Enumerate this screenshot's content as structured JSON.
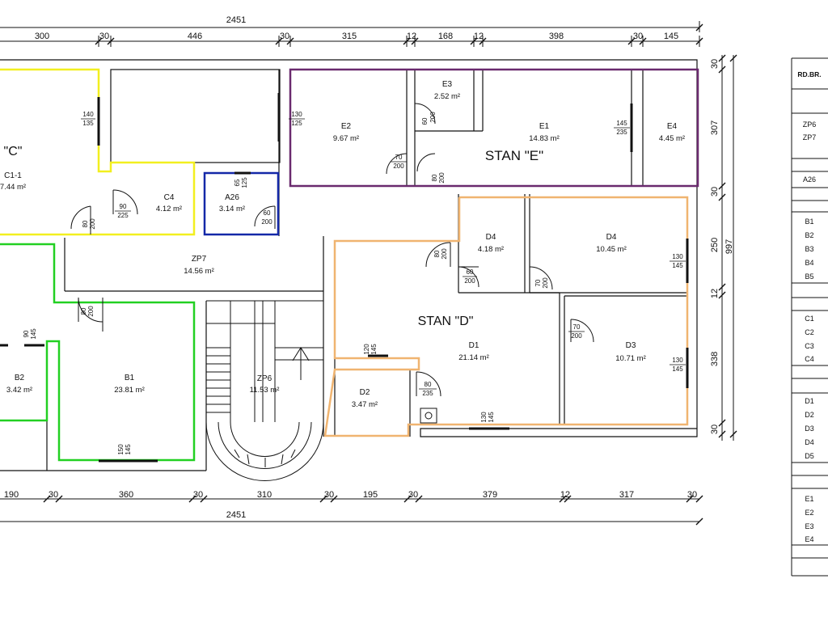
{
  "dimensions": {
    "top_total": "2451",
    "top": [
      {
        "id": "t1",
        "v": "300"
      },
      {
        "id": "t2",
        "v": "30"
      },
      {
        "id": "t3",
        "v": "446"
      },
      {
        "id": "t4",
        "v": "30"
      },
      {
        "id": "t5",
        "v": "315"
      },
      {
        "id": "t6",
        "v": "12"
      },
      {
        "id": "t7",
        "v": "168"
      },
      {
        "id": "t8",
        "v": "12"
      },
      {
        "id": "t9",
        "v": "398"
      },
      {
        "id": "t10",
        "v": "30"
      },
      {
        "id": "t11",
        "v": "145"
      }
    ],
    "bottom_total": "2451",
    "bottom": [
      {
        "id": "b1",
        "v": "190"
      },
      {
        "id": "b2",
        "v": "30"
      },
      {
        "id": "b3",
        "v": "360"
      },
      {
        "id": "b4",
        "v": "30"
      },
      {
        "id": "b5",
        "v": "310"
      },
      {
        "id": "b6",
        "v": "30"
      },
      {
        "id": "b7",
        "v": "195"
      },
      {
        "id": "b8",
        "v": "30"
      },
      {
        "id": "b9",
        "v": "379"
      },
      {
        "id": "b10",
        "v": "12"
      },
      {
        "id": "b11",
        "v": "317"
      },
      {
        "id": "b12",
        "v": "30"
      }
    ],
    "right_total": "997",
    "right": [
      {
        "id": "r1",
        "v": "30"
      },
      {
        "id": "r2",
        "v": "307"
      },
      {
        "id": "r3",
        "v": "30"
      },
      {
        "id": "r4",
        "v": "250"
      },
      {
        "id": "r5",
        "v": "12"
      },
      {
        "id": "r6",
        "v": "338"
      },
      {
        "id": "r7",
        "v": "30"
      }
    ]
  },
  "apartments": {
    "c": "\"C\"",
    "e": "STAN \"E\"",
    "d": "STAN \"D\""
  },
  "rooms": {
    "c1_1": {
      "name": "C1-1",
      "area": "7.44 m²"
    },
    "c4": {
      "name": "C4",
      "area": "4.12 m²"
    },
    "a26": {
      "name": "A26",
      "area": "3.14 m²"
    },
    "e2": {
      "name": "E2",
      "area": "9.67 m²"
    },
    "e3": {
      "name": "E3",
      "area": "2.52 m²"
    },
    "e1": {
      "name": "E1",
      "area": "14.83 m²"
    },
    "e4": {
      "name": "E4",
      "area": "4.45 m²"
    },
    "zp7": {
      "name": "ZP7",
      "area": "14.56 m²"
    },
    "d4a": {
      "name": "D4",
      "area": "4.18 m²"
    },
    "d4b": {
      "name": "D4",
      "area": "10.45 m²"
    },
    "d1": {
      "name": "D1",
      "area": "21.14 m²"
    },
    "d3": {
      "name": "D3",
      "area": "10.71 m²"
    },
    "d2": {
      "name": "D2",
      "area": "3.47 m²"
    },
    "zp6": {
      "name": "ZP6",
      "area": "11.53 m²"
    },
    "b1": {
      "name": "B1",
      "area": "23.81 m²"
    },
    "b2": {
      "name": "B2",
      "area": "3.42 m²"
    }
  },
  "openings": [
    {
      "id": "o1",
      "w": "140",
      "h": "135"
    },
    {
      "id": "o2",
      "w": "130",
      "h": "125"
    },
    {
      "id": "o3",
      "w": "60",
      "h": "200"
    },
    {
      "id": "o4",
      "w": "145",
      "h": "235"
    },
    {
      "id": "o5",
      "w": "70",
      "h": "200"
    },
    {
      "id": "o6",
      "w": "80",
      "h": "200"
    },
    {
      "id": "o7",
      "w": "65",
      "h": "125"
    },
    {
      "id": "o8",
      "w": "90",
      "h": "225"
    },
    {
      "id": "o9",
      "w": "80",
      "h": "200"
    },
    {
      "id": "o10",
      "w": "60",
      "h": "200"
    },
    {
      "id": "o11",
      "w": "80",
      "h": "200"
    },
    {
      "id": "o12",
      "w": "60",
      "h": "200"
    },
    {
      "id": "o13",
      "w": "70",
      "h": "200"
    },
    {
      "id": "o14",
      "w": "130",
      "h": "145"
    },
    {
      "id": "o15",
      "w": "80",
      "h": "200"
    },
    {
      "id": "o16",
      "w": "90",
      "h": "145"
    },
    {
      "id": "o17",
      "w": "120",
      "h": "145"
    },
    {
      "id": "o18",
      "w": "70",
      "h": "200"
    },
    {
      "id": "o19",
      "w": "130",
      "h": "145"
    },
    {
      "id": "o20",
      "w": "80",
      "h": "235"
    },
    {
      "id": "o21",
      "w": "130",
      "h": "145"
    },
    {
      "id": "o22",
      "w": "150",
      "h": "145"
    }
  ],
  "table": {
    "header": "RD.BR.",
    "groups": [
      [
        "ZP6",
        "ZP7"
      ],
      [
        "A26"
      ],
      [
        "B1",
        "B2",
        "B3",
        "B4",
        "B5"
      ],
      [
        "C1",
        "C2",
        "C3",
        "C4"
      ],
      [
        "D1",
        "D2",
        "D3",
        "D4",
        "D5"
      ],
      [
        "E1",
        "E2",
        "E3",
        "E4"
      ]
    ]
  },
  "colors": {
    "apartment_c": "#f2ef1f",
    "apartment_b": "#22d022",
    "apartment_a": "#1428a8",
    "apartment_e": "#6a2a6e",
    "apartment_d": "#f0b470",
    "wall": "#111111"
  }
}
